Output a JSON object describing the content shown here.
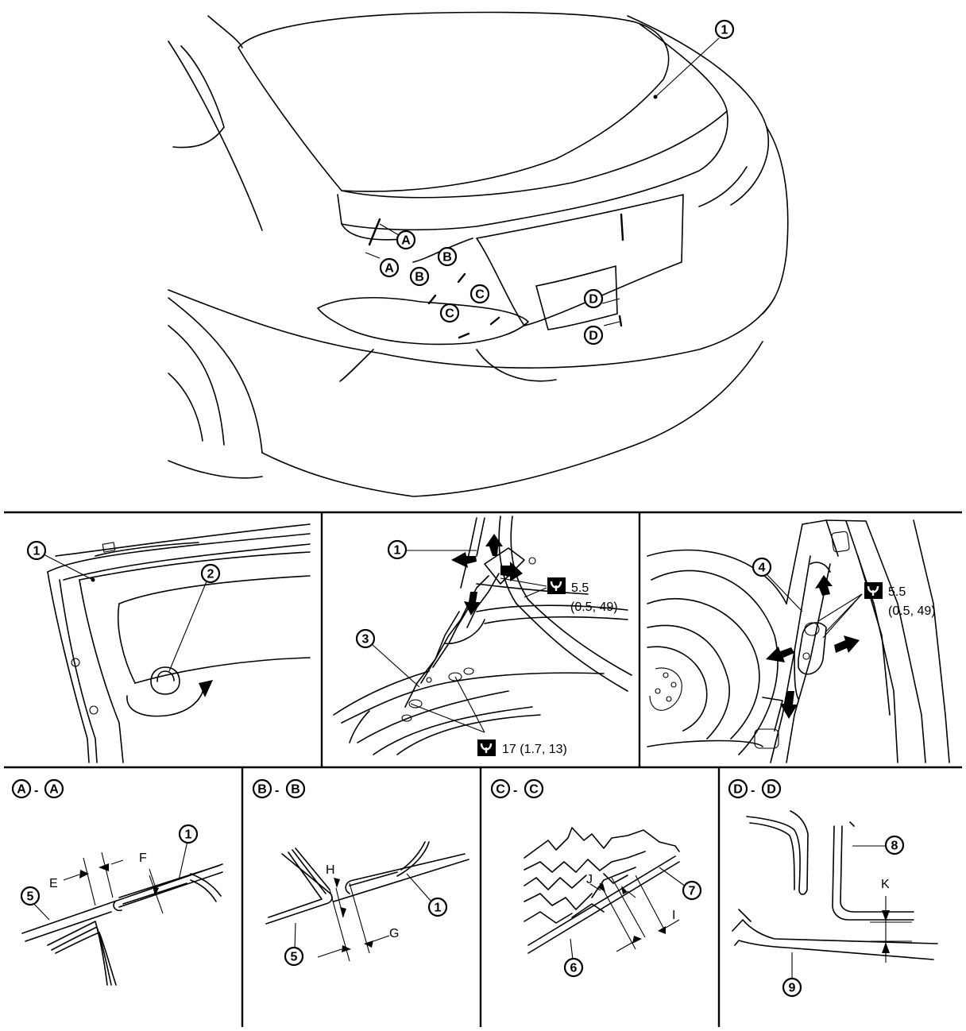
{
  "callouts": {
    "c1": "1",
    "c2": "2",
    "c3": "3",
    "c4": "4",
    "c5": "5",
    "c6": "6",
    "c7": "7",
    "c8": "8",
    "c9": "9",
    "A": "A",
    "B": "B",
    "C": "C",
    "D": "D"
  },
  "dims": {
    "E": "E",
    "F": "F",
    "G": "G",
    "H": "H",
    "I": "I",
    "J": "J",
    "K": "K"
  },
  "torque": {
    "hinge_value": "5.5",
    "hinge_units": "(0.5, 49)",
    "stay_value": "17 (1.7, 13)",
    "striker_value": "5.5",
    "striker_units": "(0.5, 49)"
  },
  "sections": {
    "dash": "-"
  }
}
